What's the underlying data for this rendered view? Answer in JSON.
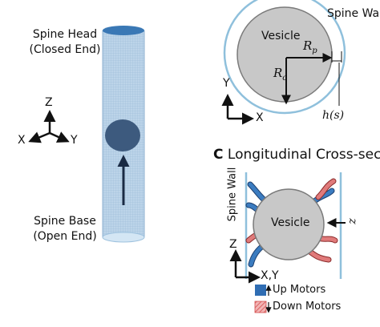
{
  "left_panel": {
    "spine_head_line1": "Spine Head",
    "spine_head_line2": "(Closed End)",
    "spine_base_line1": "Spine Base",
    "spine_base_line2": "(Open End)",
    "axis_z": "Z",
    "axis_x": "X",
    "axis_y": "Y"
  },
  "cross_section_top": {
    "spine_wall": "Spine Wall",
    "vesicle": "Vesicle",
    "rp_main": "R",
    "rp_sub": "p",
    "rc_main": "R",
    "rc_sub": "c",
    "h_label": "h(s)",
    "axis_y": "Y",
    "axis_x": "X"
  },
  "longitudinal": {
    "panel_letter": "C",
    "title": "Longitudinal Cross-sectio",
    "spine_wall": "Spine Wall",
    "vesicle": "Vesicle",
    "z_side": "z",
    "axis_z": "Z",
    "axis_xy": "X,Y",
    "legend_up": "Up Motors",
    "legend_down": "Down Motors"
  },
  "colors": {
    "tube": "#a9c4dc",
    "wall": "#8fc0dc",
    "vesicle": "#c8c8c8",
    "up_motor": "#2f6db3",
    "down_motor": "#e07a7a"
  }
}
